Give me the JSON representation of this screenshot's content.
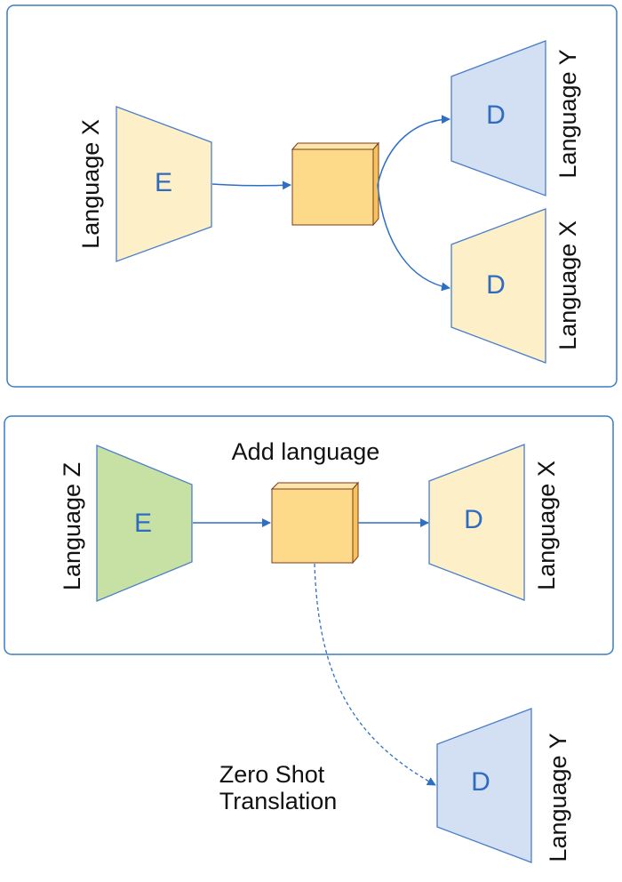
{
  "top_panel": {
    "encoder": {
      "letter": "E",
      "language": "Language X",
      "color": "#fdefc8"
    },
    "decoder_1": {
      "letter": "D",
      "language": "Language Y",
      "color": "#d3dff3"
    },
    "decoder_2": {
      "letter": "D",
      "language": "Language X",
      "color": "#fdefc8"
    }
  },
  "bottom_panel": {
    "caption": "Add language",
    "encoder": {
      "letter": "E",
      "language": "Language Z",
      "color": "#c7e0a4"
    },
    "decoder": {
      "letter": "D",
      "language": "Language X",
      "color": "#fdefc8"
    }
  },
  "zero_shot": {
    "caption_line1": "Zero Shot",
    "caption_line2": "Translation",
    "decoder": {
      "letter": "D",
      "language": "Language Y",
      "color": "#d3dff3"
    }
  },
  "colors": {
    "border": "#3b7dc4",
    "arrow": "#2e6fc4",
    "latent_front": "#fdd98a",
    "latent_side": "#f6c25c",
    "latent_top": "#fde6ac",
    "latent_stroke": "#7a3b1a",
    "trapezoid_stroke": "#4a7fc8"
  }
}
